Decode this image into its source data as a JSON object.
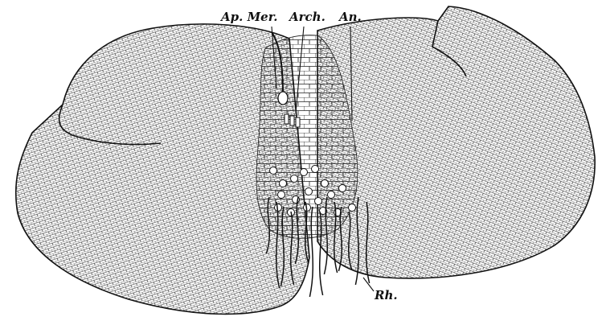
{
  "figure": {
    "labels": {
      "apical_meristem": "Ap. Mer.",
      "archegonia": "Arch.",
      "antheridia": "An.",
      "rhizoids": "Rh."
    },
    "colors": {
      "ink": "#111111",
      "paper": "#ffffff"
    }
  }
}
